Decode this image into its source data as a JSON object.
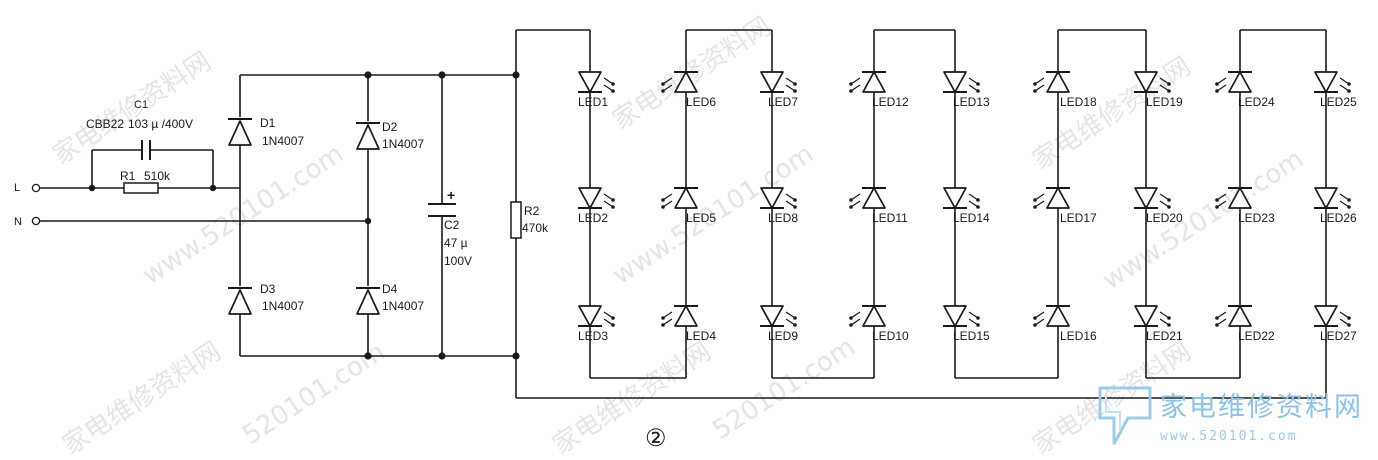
{
  "figure_label": "②",
  "watermark": {
    "cn": "家电维修资料网",
    "url": "520101.com",
    "url_www": "www.520101.com"
  },
  "logo": {
    "cn": "家电维修资料网",
    "url": "www.520101.com"
  },
  "inputs": {
    "L": "L",
    "N": "N"
  },
  "c1": {
    "ref": "C1",
    "part": "CBB22",
    "value": "103 µ /400V"
  },
  "r1": {
    "ref": "R1",
    "value": "510k"
  },
  "r2": {
    "ref": "R2",
    "value": "470k"
  },
  "c2": {
    "ref": "C2",
    "value": "47 µ",
    "voltage": "100V",
    "polarity": "+"
  },
  "bridge": [
    {
      "ref": "D1",
      "part": "1N4007"
    },
    {
      "ref": "D2",
      "part": "1N4007"
    },
    {
      "ref": "D3",
      "part": "1N4007"
    },
    {
      "ref": "D4",
      "part": "1N4007"
    }
  ],
  "led_columns": [
    [
      "LED1",
      "LED2",
      "LED3"
    ],
    [
      "LED6",
      "LED5",
      "LED4"
    ],
    [
      "LED7",
      "LED8",
      "LED9"
    ],
    [
      "LED12",
      "LED11",
      "LED10"
    ],
    [
      "LED13",
      "LED14",
      "LED15"
    ],
    [
      "LED18",
      "LED17",
      "LED16"
    ],
    [
      "LED19",
      "LED20",
      "LED21"
    ],
    [
      "LED24",
      "LED23",
      "LED22"
    ],
    [
      "LED25",
      "LED26",
      "LED27"
    ]
  ]
}
